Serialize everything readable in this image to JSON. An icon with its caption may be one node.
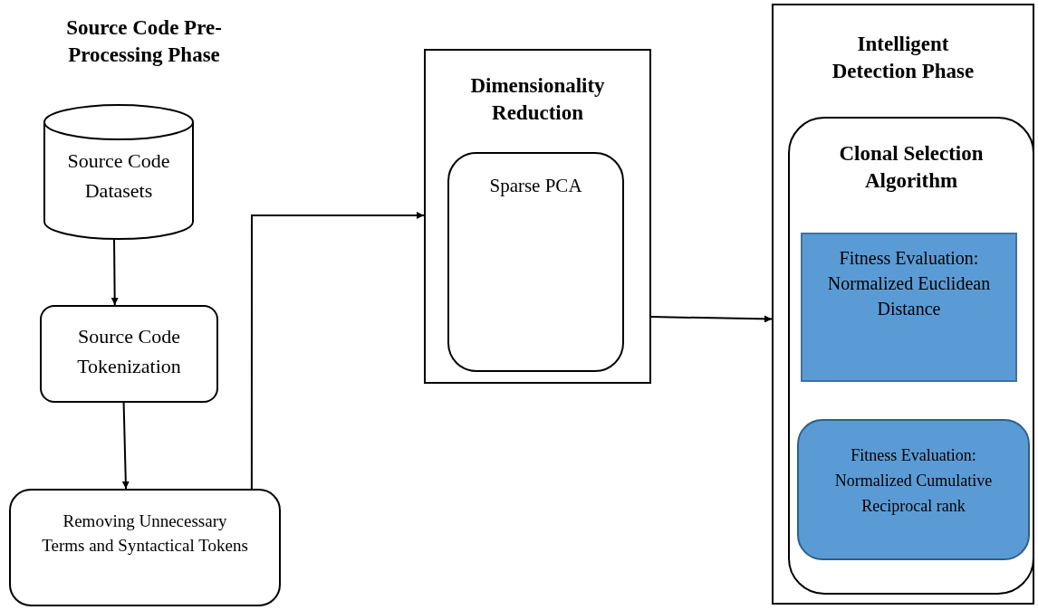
{
  "diagram": {
    "nodes": [
      {
        "text": [
          "Source Code Datasets"
        ]
      },
      {
        "text": [
          "Source Code Tokenization"
        ]
      },
      {
        "text": [
          "Removing Unnecessary Terms and Syntactical Tokens"
        ]
      },
      {
        "text": [
          "Dimensionality Reduction"
        ]
      },
      {
        "text": [
          "Sparse PCA"
        ],
        "in": 3
      },
      {
        "text": [
          "Intelligent Detection Phase"
        ]
      },
      {
        "text": [
          "Clonal Selection Algorithm"
        ],
        "in": 5
      },
      {
        "text": [
          "Fitness Evaluation: Normalized Euclidean Distance"
        ],
        "in": 6
      },
      {
        "text": [
          "Fitness Evaluation: Normalized Cumulative Reciprocal rank"
        ],
        "in": 6
      }
    ],
    "edges": [
      {
        "from": 0,
        "to": 1,
        "arrow": "to"
      },
      {
        "from": 1,
        "to": 2,
        "arrow": "to"
      },
      {
        "from": 2,
        "to": 3,
        "arrow": "to"
      },
      {
        "from": 3,
        "to": 5,
        "arrow": "to"
      }
    ],
    "labels": [
      "Source Code Pre-Processing Phase"
    ]
  }
}
